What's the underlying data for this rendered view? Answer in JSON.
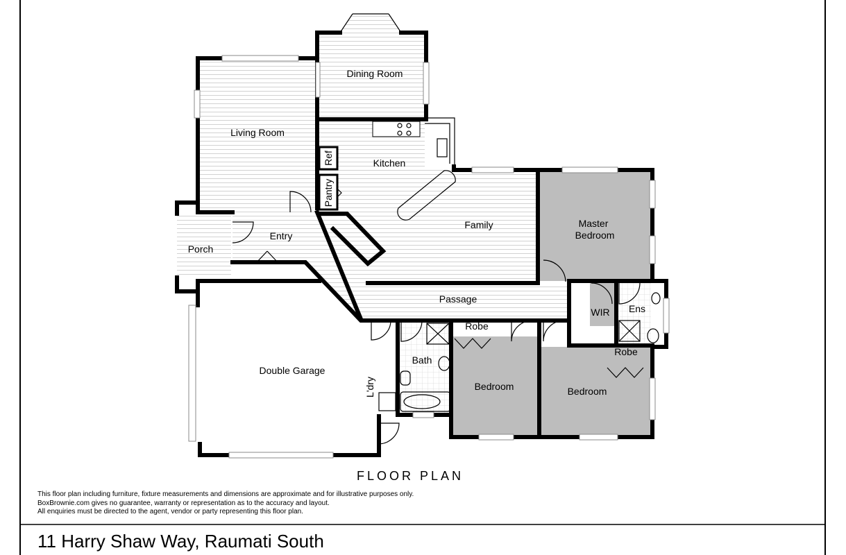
{
  "rooms": {
    "dining": "Dining Room",
    "living": "Living Room",
    "kitchen": "Kitchen",
    "ref": "Ref",
    "pantry": "Pantry",
    "family": "Family",
    "master": [
      "Master",
      "Bedroom"
    ],
    "entry": "Entry",
    "porch": "Porch",
    "passage": "Passage",
    "wir": "WIR",
    "ens": "Ens",
    "robe1": "Robe",
    "robe2": "Robe",
    "bath": "Bath",
    "laundry": "L'dry",
    "garage": "Double Garage",
    "bedroom1": "Bedroom",
    "bedroom2": "Bedroom"
  },
  "title": "FLOOR PLAN",
  "disclaimer": [
    "This floor plan including furniture, fixture measurements and dimensions are approximate and for illustrative purposes only.",
    "BoxBrownie.com gives no guarantee, warranty or representation as to the accuracy and layout.",
    "All enquiries must be directed to the agent, vendor or party representing this floor plan."
  ],
  "address": "11 Harry Shaw Way, Raumati South",
  "colors": {
    "floor_hatch": "#d8d8d8",
    "bedroom_fill": "#bdbdbd",
    "wall": "#000000"
  }
}
